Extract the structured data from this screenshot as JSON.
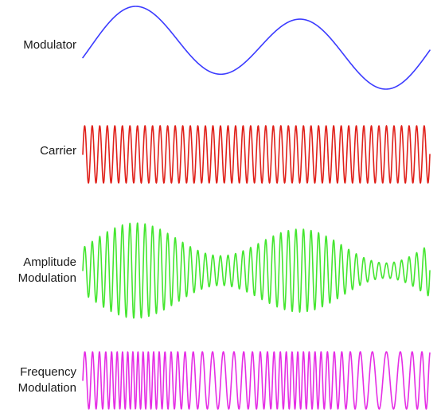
{
  "labels": {
    "modulator": "Modulator",
    "carrier": "Carrier",
    "am_line1": "Amplitude",
    "am_line2": "Modulation",
    "fm_line1": "Frequency",
    "fm_line2": "Modulation"
  },
  "colors": {
    "modulator": "#3b3bff",
    "carrier": "#e0201a",
    "am": "#44e62f",
    "fm": "#e52ee5"
  }
}
